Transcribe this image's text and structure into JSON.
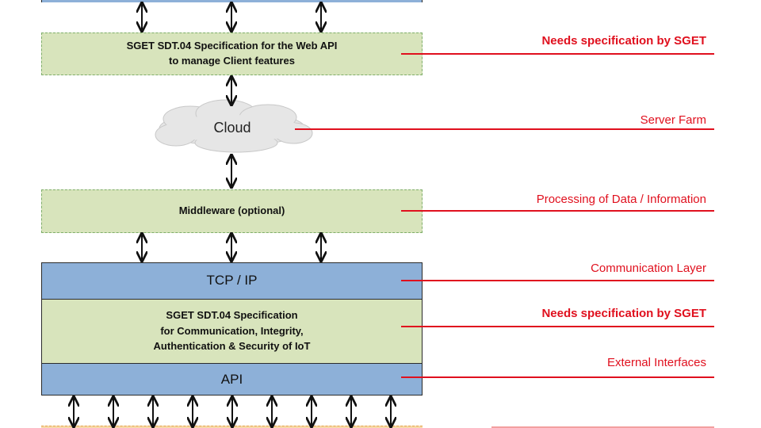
{
  "layers": {
    "web_api_spec": "SGET SDT.04 Specification for the Web API\nto manage Client features",
    "cloud": "Cloud",
    "middleware": "Middleware (optional)",
    "tcp_ip": "TCP / IP",
    "comm_spec": "SGET SDT.04 Specification\nfor Communication, Integrity,\nAuthentication & Security of IoT",
    "api": "API"
  },
  "annotations": {
    "web_api_spec": "Needs specification  by SGET",
    "cloud": "Server  Farm",
    "middleware": "Processing  of Data / Information",
    "tcp_ip": "Communication Layer",
    "comm_spec": "Needs specification  by SGET",
    "api": "External Interfaces"
  },
  "colors": {
    "green_fill": "#d8e4bc",
    "blue_fill": "#8db0d8",
    "annotation_red": "#e0101e",
    "cloud_fill": "#e6e6e6"
  }
}
